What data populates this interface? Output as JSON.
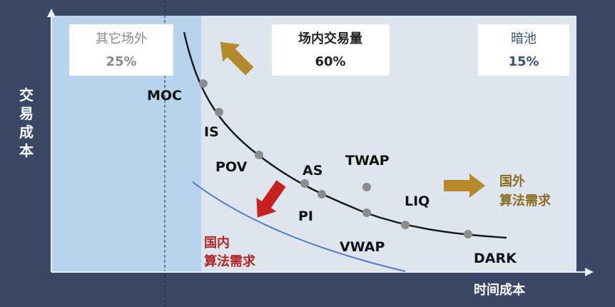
{
  "axes": {
    "y_label": "交易成本",
    "x_label": "时间成本"
  },
  "segments": [
    {
      "name": "其它场外",
      "share": "25%",
      "share_color": "#8a8a8a"
    },
    {
      "name": "场内交易量",
      "share": "60%",
      "share_color": "#222222"
    },
    {
      "name": "暗池",
      "share": "15%",
      "share_color": "#3b4f7d"
    }
  ],
  "strategies": [
    "MOC",
    "IS",
    "POV",
    "AS",
    "TWAP",
    "PI",
    "LIQ",
    "VWAP",
    "DARK"
  ],
  "annotations": {
    "foreign_demand": [
      "国外",
      "算法需求"
    ],
    "domestic_demand": [
      "国内",
      "算法需求"
    ]
  },
  "colors": {
    "background": "#3b4766",
    "plot_area": "#dfe5ef",
    "otc_band": "#b8d3ee",
    "foreign_arrow": "#b58a2c",
    "domestic_arrow": "#c8201e",
    "domestic_curve": "#4f79c9",
    "main_curve": "#1a1a1a",
    "point": "#8c8c8c",
    "foreign_text": "#8a6d1f",
    "domestic_text": "#b52424"
  }
}
